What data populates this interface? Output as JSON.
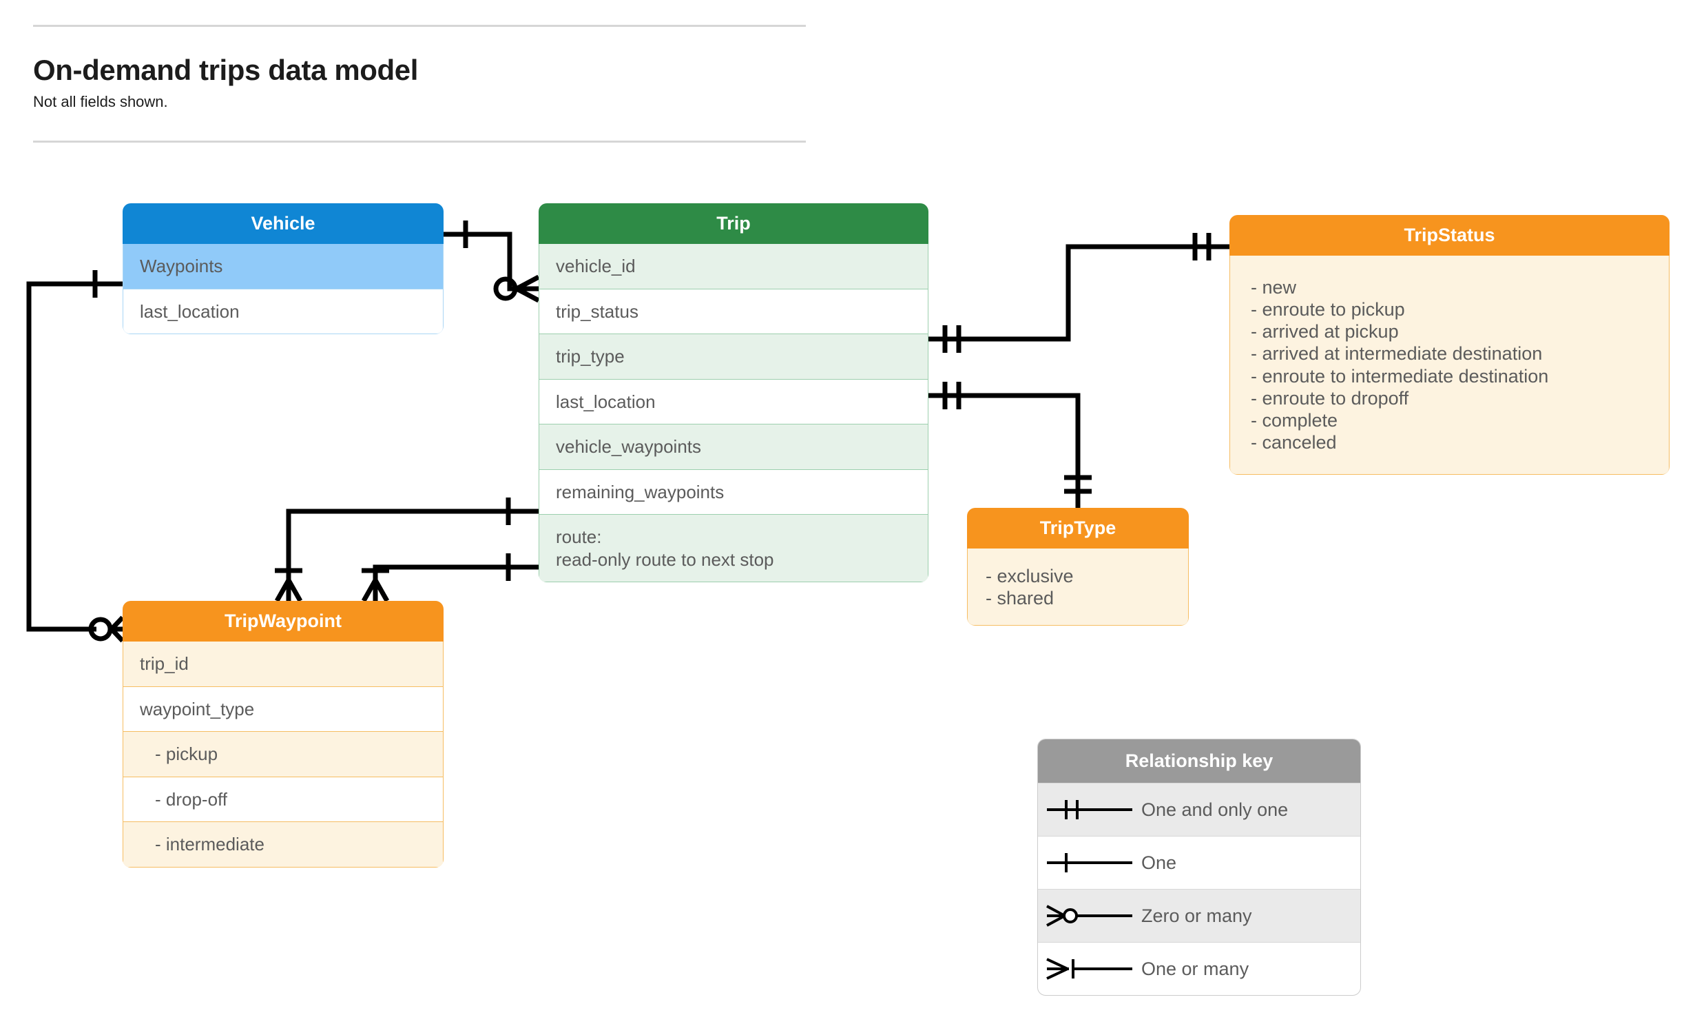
{
  "header": {
    "title": "On-demand trips data model",
    "subtitle": "Not all fields shown."
  },
  "colors": {
    "vehicle_header": "#1086d4",
    "vehicle_highlight": "#90caf9",
    "trip_header": "#2e8b46",
    "trip_alt_row": "#e6f2e9",
    "orange_header": "#f7941e",
    "orange_body": "#fdf3e0",
    "legend_header": "#9a9a9a",
    "field_text": "#5b5b5b",
    "connector": "#000000"
  },
  "entities": {
    "vehicle": {
      "name": "Vehicle",
      "fields": [
        {
          "label": "Waypoints"
        },
        {
          "label": "last_location"
        }
      ]
    },
    "trip": {
      "name": "Trip",
      "fields": [
        {
          "label": "vehicle_id"
        },
        {
          "label": "trip_status"
        },
        {
          "label": "trip_type"
        },
        {
          "label": "last_location"
        },
        {
          "label": "vehicle_waypoints"
        },
        {
          "label": "remaining_waypoints"
        },
        {
          "label": "route:\nread-only route to next stop"
        }
      ]
    },
    "trip_status": {
      "name": "TripStatus",
      "values": [
        "- new",
        "- enroute to pickup",
        "- arrived at pickup",
        "- arrived at intermediate destination",
        "- enroute to intermediate destination",
        "- enroute to dropoff",
        "- complete",
        "- canceled"
      ]
    },
    "trip_type": {
      "name": "TripType",
      "values": [
        "- exclusive",
        "- shared"
      ]
    },
    "trip_waypoint": {
      "name": "TripWaypoint",
      "fields": [
        {
          "label": "trip_id"
        },
        {
          "label": "waypoint_type"
        },
        {
          "label": "-  pickup"
        },
        {
          "label": "-  drop-off"
        },
        {
          "label": "-  intermediate"
        }
      ]
    }
  },
  "legend": {
    "title": "Relationship key",
    "rows": [
      {
        "symbol": "one-and-only-one",
        "label": "One and only one"
      },
      {
        "symbol": "one",
        "label": "One"
      },
      {
        "symbol": "zero-or-many",
        "label": "Zero or many"
      },
      {
        "symbol": "one-or-many",
        "label": "One or many"
      }
    ]
  },
  "relationships": [
    {
      "from": "Vehicle",
      "from_cardinality": "one",
      "to": "Trip.vehicle_id",
      "to_cardinality": "zero-or-many"
    },
    {
      "from": "Vehicle.Waypoints",
      "from_cardinality": "one",
      "to": "TripWaypoint",
      "to_cardinality": "zero-or-many"
    },
    {
      "from": "Trip.trip_status",
      "from_cardinality": "one-and-only-one",
      "to": "TripStatus",
      "to_cardinality": "one-and-only-one"
    },
    {
      "from": "Trip.trip_type",
      "from_cardinality": "one-and-only-one",
      "to": "TripType",
      "to_cardinality": "one-and-only-one"
    },
    {
      "from": "Trip.vehicle_waypoints",
      "from_cardinality": "one",
      "to": "TripWaypoint",
      "to_cardinality": "one-or-many"
    },
    {
      "from": "Trip.remaining_waypoints",
      "from_cardinality": "one",
      "to": "TripWaypoint",
      "to_cardinality": "one-or-many"
    }
  ]
}
